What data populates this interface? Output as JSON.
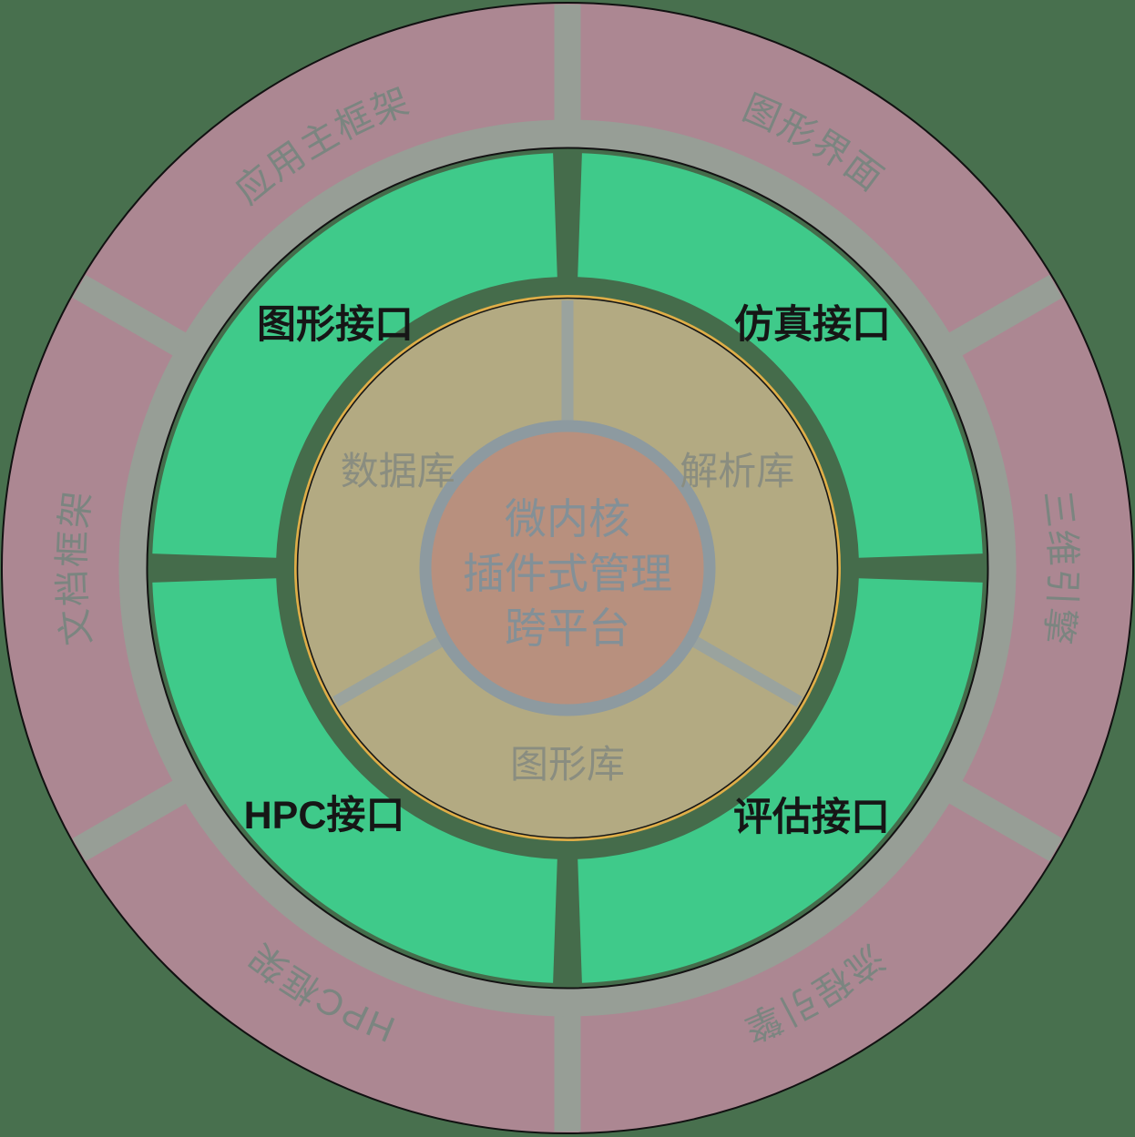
{
  "colors": {
    "background": "#48704e",
    "outer_ring_fill": "#ac8792",
    "interface_ring_fill": "#3fca8a",
    "core_disk_fill": "#b3aa82",
    "center_disk_fill": "#b8907e",
    "divider_gray": "#979e96",
    "center_ring_gray": "#8d9aa0",
    "gold_accent": "#dfae48",
    "outer_label_color": "#7b8580",
    "interface_label_color": "#161616",
    "core_label_color": "#8a8d80",
    "center_label_color": "#839097"
  },
  "diagram": {
    "center_core": {
      "lines": [
        "微内核",
        "插件式管理",
        "跨平台"
      ]
    },
    "core_ring": {
      "segments": [
        {
          "label": "数据库"
        },
        {
          "label": "解析库"
        },
        {
          "label": "图形库"
        }
      ]
    },
    "interface_ring": {
      "segments": [
        {
          "label": "图形接口"
        },
        {
          "label": "仿真接口"
        },
        {
          "label": "HPC接口"
        },
        {
          "label": "评估接口"
        }
      ]
    },
    "outer_ring": {
      "segments": [
        {
          "label": "应用主框架"
        },
        {
          "label": "图形界面"
        },
        {
          "label": "三维引擎"
        },
        {
          "label": "流程引擎"
        },
        {
          "label": "HPC框架"
        },
        {
          "label": "文档框架"
        }
      ]
    }
  }
}
